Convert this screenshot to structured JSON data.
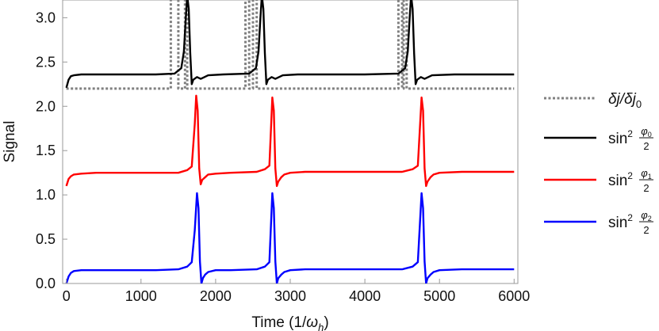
{
  "chart_data": {
    "type": "line",
    "xlabel": "Time (1/ω_h)",
    "ylabel": "Signal",
    "xlim": [
      -50,
      6050
    ],
    "ylim": [
      0,
      3.2
    ],
    "x_ticks": [
      0,
      1000,
      2000,
      3000,
      4000,
      5000,
      6000
    ],
    "x_tick_labels": [
      "0",
      "1000",
      "2000",
      "3000",
      "4000",
      "5000",
      "6000"
    ],
    "y_ticks": [
      0,
      0.5,
      1.0,
      1.5,
      2.0,
      2.5,
      3.0
    ],
    "y_tick_labels": [
      "0.0",
      "0.5",
      "1.0",
      "1.5",
      "2.0",
      "2.5",
      "3.0"
    ],
    "grid": false,
    "legend_position": "right",
    "series": [
      {
        "name": "δj/δj₀",
        "legend": {
          "main": "δj/δj",
          "sub": "0"
        },
        "color": "#808080",
        "style": "dotted",
        "baseline": 2.2,
        "pulses": [
          [
            1400,
            1500
          ],
          [
            1590,
            1620
          ],
          [
            2400,
            2450
          ],
          [
            2500,
            2550
          ],
          [
            4450,
            4500
          ],
          [
            4520,
            4560
          ]
        ]
      },
      {
        "name": "sin² φ₀/2",
        "legend": {
          "func": "sin",
          "power": "2",
          "num": "φ",
          "sub": "0",
          "den": "2"
        },
        "color": "#000000",
        "style": "solid",
        "x": [
          0,
          30,
          60,
          100,
          200,
          400,
          800,
          1200,
          1450,
          1540,
          1575,
          1600,
          1620,
          1640,
          1660,
          1680,
          1700,
          1750,
          1800,
          1900,
          2100,
          2450,
          2540,
          2575,
          2600,
          2620,
          2640,
          2660,
          2680,
          2700,
          2750,
          2800,
          2900,
          3100,
          4000,
          4450,
          4540,
          4575,
          4600,
          4620,
          4640,
          4660,
          4680,
          4700,
          4750,
          4800,
          4900,
          5200,
          6000
        ],
        "y": [
          2.21,
          2.3,
          2.34,
          2.35,
          2.36,
          2.36,
          2.36,
          2.36,
          2.37,
          2.43,
          2.62,
          3.0,
          3.25,
          3.1,
          2.6,
          2.25,
          2.3,
          2.33,
          2.31,
          2.35,
          2.36,
          2.37,
          2.43,
          2.62,
          3.0,
          3.25,
          3.1,
          2.6,
          2.25,
          2.3,
          2.33,
          2.31,
          2.35,
          2.36,
          2.36,
          2.37,
          2.43,
          2.62,
          3.0,
          3.25,
          3.1,
          2.6,
          2.25,
          2.3,
          2.33,
          2.31,
          2.35,
          2.36,
          2.36
        ]
      },
      {
        "name": "sin² φ₁/2",
        "legend": {
          "func": "sin",
          "power": "2",
          "num": "φ",
          "sub": "1",
          "den": "2"
        },
        "color": "#ff0000",
        "style": "solid",
        "x": [
          0,
          30,
          60,
          100,
          200,
          400,
          800,
          1200,
          1500,
          1620,
          1680,
          1720,
          1740,
          1760,
          1780,
          1800,
          1820,
          1860,
          1900,
          2000,
          2200,
          2550,
          2660,
          2720,
          2760,
          2780,
          2800,
          2820,
          2840,
          2880,
          2920,
          3000,
          3200,
          4500,
          4640,
          4710,
          4760,
          4780,
          4800,
          4820,
          4840,
          4880,
          4920,
          5000,
          5300,
          6000
        ],
        "y": [
          1.1,
          1.18,
          1.21,
          1.23,
          1.24,
          1.25,
          1.25,
          1.25,
          1.25,
          1.28,
          1.32,
          1.8,
          2.12,
          1.95,
          1.3,
          1.12,
          1.17,
          1.2,
          1.23,
          1.24,
          1.25,
          1.26,
          1.29,
          1.33,
          2.1,
          1.95,
          1.3,
          1.1,
          1.15,
          1.2,
          1.23,
          1.25,
          1.26,
          1.26,
          1.29,
          1.33,
          2.1,
          1.95,
          1.3,
          1.1,
          1.15,
          1.2,
          1.23,
          1.25,
          1.26,
          1.26
        ]
      },
      {
        "name": "sin² φ₂/2",
        "legend": {
          "func": "sin",
          "power": "2",
          "num": "φ",
          "sub": "2",
          "den": "2"
        },
        "color": "#0000ff",
        "style": "solid",
        "x": [
          0,
          30,
          60,
          100,
          200,
          400,
          800,
          1200,
          1500,
          1620,
          1680,
          1720,
          1750,
          1770,
          1790,
          1810,
          1830,
          1860,
          1900,
          2000,
          2200,
          2550,
          2660,
          2720,
          2760,
          2780,
          2800,
          2820,
          2840,
          2880,
          2920,
          3000,
          3200,
          4500,
          4640,
          4710,
          4760,
          4780,
          4800,
          4820,
          4840,
          4880,
          4920,
          5000,
          5300,
          6000
        ],
        "y": [
          0.0,
          0.08,
          0.12,
          0.14,
          0.15,
          0.15,
          0.15,
          0.15,
          0.16,
          0.19,
          0.24,
          0.6,
          1.02,
          0.85,
          0.25,
          0.0,
          0.06,
          0.1,
          0.13,
          0.15,
          0.15,
          0.16,
          0.19,
          0.24,
          1.02,
          0.85,
          0.25,
          0.0,
          0.06,
          0.1,
          0.13,
          0.15,
          0.16,
          0.16,
          0.19,
          0.24,
          1.02,
          0.85,
          0.25,
          0.0,
          0.06,
          0.1,
          0.13,
          0.15,
          0.16,
          0.16
        ]
      }
    ]
  }
}
